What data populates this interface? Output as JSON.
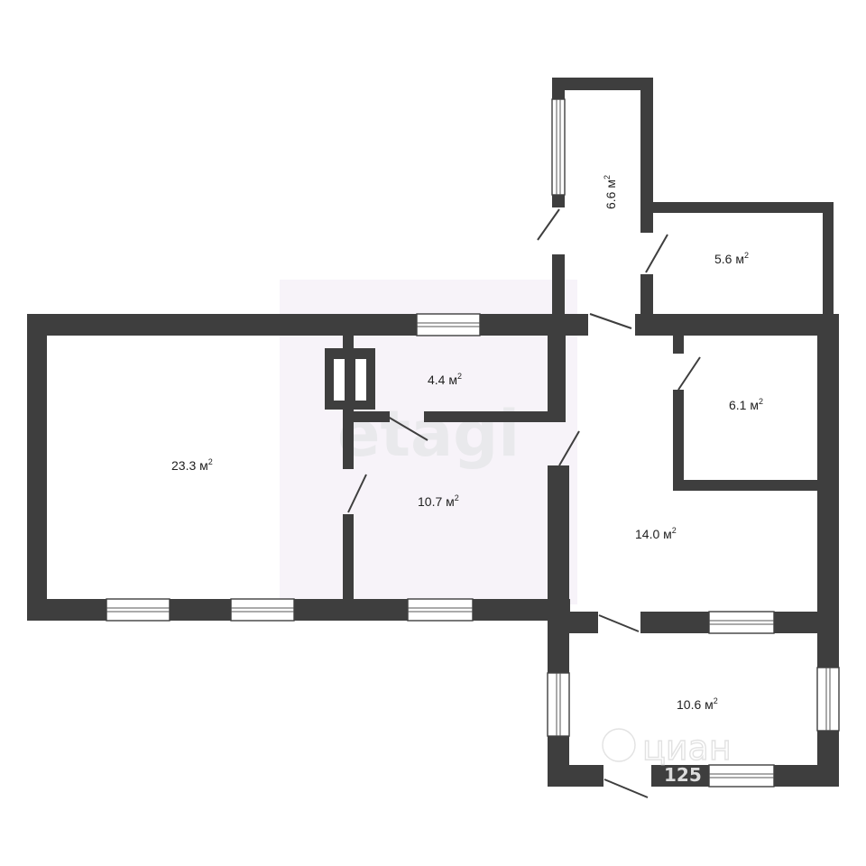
{
  "rooms": {
    "r1": {
      "area": "23.3 м",
      "sup": "2"
    },
    "r2": {
      "area": "4.4 м",
      "sup": "2"
    },
    "r3": {
      "area": "10.7 м",
      "sup": "2"
    },
    "r4": {
      "area": "14.0 м",
      "sup": "2"
    },
    "r5": {
      "area": "6.1 м",
      "sup": "2"
    },
    "r6": {
      "area": "5.6 м",
      "sup": "2"
    },
    "r7": {
      "area": "6.6 м",
      "sup": "2"
    },
    "r8": {
      "area": "10.6 м",
      "sup": "2"
    }
  },
  "watermarks": {
    "etagi": "etagi",
    "cian": "циан",
    "cian_id": "125"
  },
  "colors": {
    "wall": "#3e3e3e",
    "background": "#ffffff"
  }
}
